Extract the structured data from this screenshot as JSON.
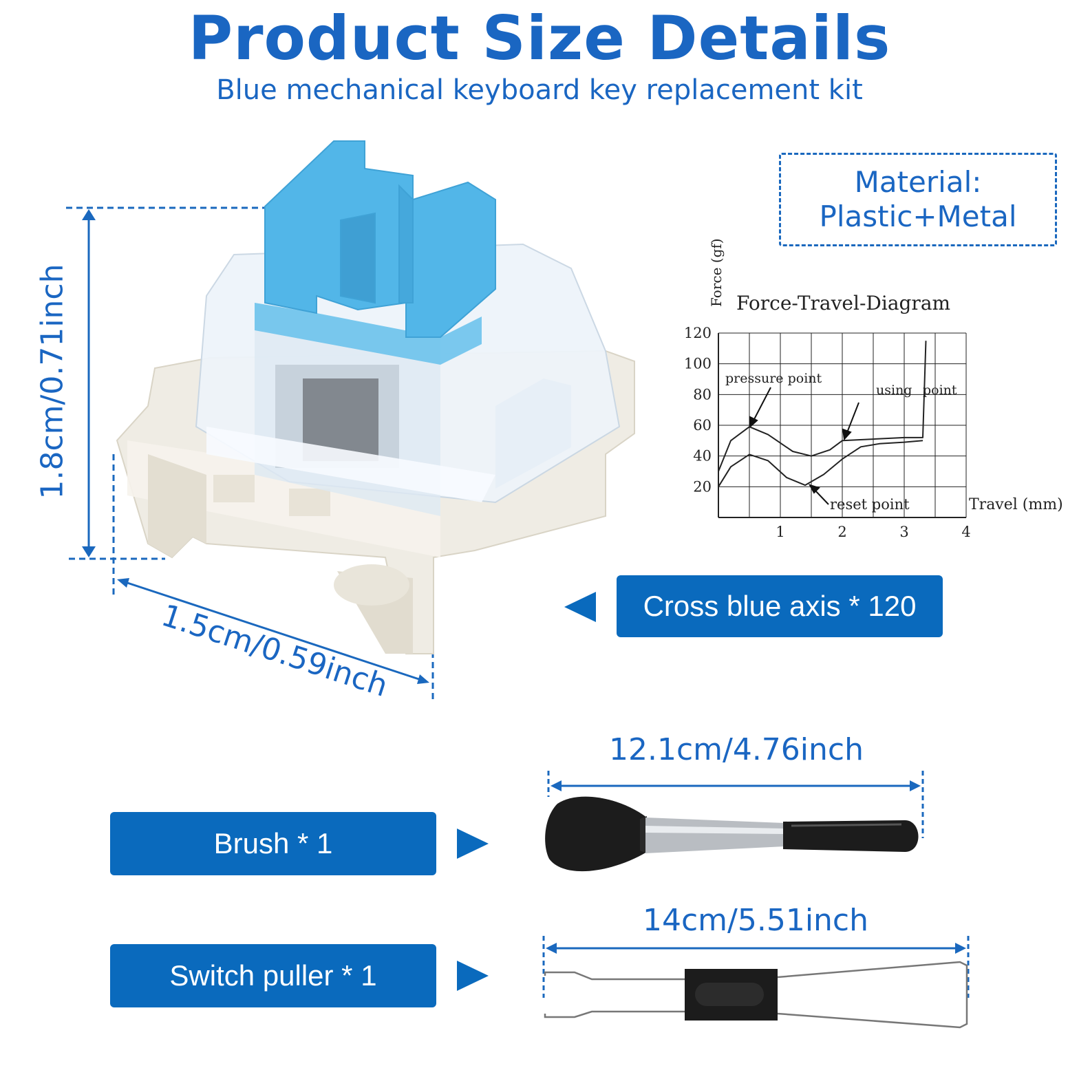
{
  "colors": {
    "brand_blue": "#0a6abd",
    "title_blue": "#1a66c2",
    "keycap_blue": "#52b6e8",
    "housing_white": "#efece4",
    "tool_black": "#1c1c1c"
  },
  "header": {
    "title": "Product Size Details",
    "subtitle": "Blue mechanical keyboard key replacement kit"
  },
  "material": {
    "line1": "Material:",
    "line2": "Plastic+Metal"
  },
  "switch": {
    "height_label": "1.8cm/0.71inch",
    "width_label": "1.5cm/0.59inch",
    "label": "Cross blue axis * 120"
  },
  "brush": {
    "label": "Brush * 1",
    "length_label": "12.1cm/4.76inch"
  },
  "puller": {
    "label": "Switch puller * 1",
    "length_label": "14cm/5.51inch"
  },
  "icons": {
    "pointer_left": "triangle-left-icon",
    "pointer_right": "triangle-right-icon"
  },
  "chart_data": {
    "type": "line",
    "title": "Force-Travel-Diagram",
    "ylabel": "Force (gf)",
    "xlabel": "Travel (mm)",
    "xlim": [
      0,
      4
    ],
    "ylim": [
      0,
      120
    ],
    "x_ticks": [
      "1",
      "2",
      "3",
      "4"
    ],
    "y_ticks": [
      "20",
      "40",
      "60",
      "80",
      "100",
      "120"
    ],
    "grid": true,
    "annotations": {
      "pressure": "pressure point",
      "using": "using",
      "using_point": "point",
      "reset": "reset point"
    },
    "series": [
      {
        "x": [
          0,
          0.2,
          0.5,
          0.8,
          1.2,
          1.5,
          1.8,
          2.0,
          2.5,
          3.0,
          3.3,
          3.35
        ],
        "y": [
          30,
          50,
          59,
          54,
          43,
          40,
          44,
          50,
          51,
          52,
          52,
          115
        ]
      },
      {
        "x": [
          0,
          0.2,
          0.5,
          0.8,
          1.1,
          1.4,
          1.7,
          2.0,
          2.3,
          2.6,
          3.0,
          3.3
        ],
        "y": [
          20,
          33,
          41,
          37,
          26,
          21,
          28,
          38,
          46,
          48,
          49,
          50
        ]
      }
    ]
  }
}
